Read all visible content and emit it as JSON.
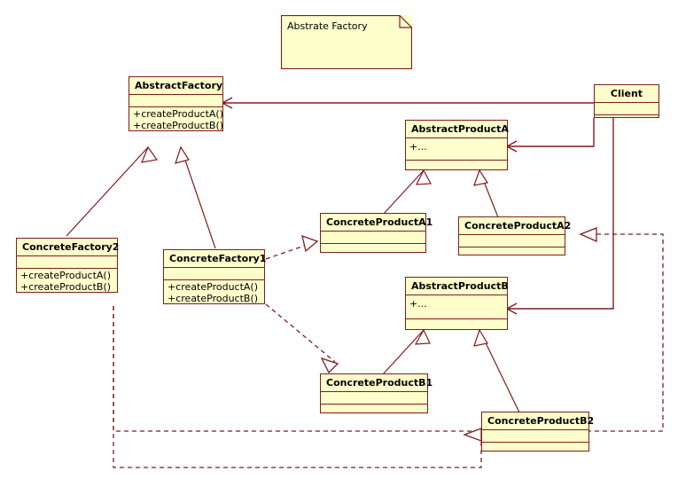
{
  "diagram": {
    "title": "Abstract Factory UML class diagram",
    "colors": {
      "class_fill": "#ffffcc",
      "class_border": "#7f1d1d",
      "edge": "#7f1d1d",
      "background": "#ffffff",
      "text": "#000000"
    },
    "note": {
      "text": "Abstrate Factory"
    },
    "classes": [
      {
        "id": "abstract-factory",
        "name": "AbstractFactory",
        "attributes": [
          ""
        ],
        "operations": [
          "+createProductA()",
          "+createProductB()"
        ]
      },
      {
        "id": "client",
        "name": "Client",
        "attributes": [
          ""
        ],
        "operations": [
          ""
        ]
      },
      {
        "id": "abstract-product-a",
        "name": "AbstractProductA",
        "attributes": [
          "+..."
        ],
        "operations": [
          ""
        ]
      },
      {
        "id": "concrete-factory-2",
        "name": "ConcreteFactory2",
        "attributes": [
          ""
        ],
        "operations": [
          "+createProductA()",
          "+createProductB()"
        ]
      },
      {
        "id": "concrete-factory-1",
        "name": "ConcreteFactory1",
        "attributes": [
          ""
        ],
        "operations": [
          "+createProductA()",
          "+createProductB()"
        ]
      },
      {
        "id": "concrete-product-a1",
        "name": "ConcreteProductA1",
        "attributes": [
          ""
        ],
        "operations": [
          ""
        ]
      },
      {
        "id": "concrete-product-a2",
        "name": "ConcreteProductA2",
        "attributes": [
          ""
        ],
        "operations": [
          ""
        ]
      },
      {
        "id": "abstract-product-b",
        "name": "AbstractProductB",
        "attributes": [
          "+..."
        ],
        "operations": [
          ""
        ]
      },
      {
        "id": "concrete-product-b1",
        "name": "ConcreteProductB1",
        "attributes": [
          ""
        ],
        "operations": [
          ""
        ]
      },
      {
        "id": "concrete-product-b2",
        "name": "ConcreteProductB2",
        "attributes": [
          ""
        ],
        "operations": [
          ""
        ]
      }
    ],
    "relationships": [
      {
        "from": "client",
        "to": "abstract-factory",
        "type": "association"
      },
      {
        "from": "client",
        "to": "abstract-product-a",
        "type": "association"
      },
      {
        "from": "client",
        "to": "abstract-product-b",
        "type": "association"
      },
      {
        "from": "concrete-factory-2",
        "to": "abstract-factory",
        "type": "generalization"
      },
      {
        "from": "concrete-factory-1",
        "to": "abstract-factory",
        "type": "generalization"
      },
      {
        "from": "concrete-product-a1",
        "to": "abstract-product-a",
        "type": "generalization"
      },
      {
        "from": "concrete-product-a2",
        "to": "abstract-product-a",
        "type": "generalization"
      },
      {
        "from": "concrete-product-b1",
        "to": "abstract-product-b",
        "type": "generalization"
      },
      {
        "from": "concrete-product-b2",
        "to": "abstract-product-b",
        "type": "generalization"
      },
      {
        "from": "concrete-factory-1",
        "to": "concrete-product-a1",
        "type": "dependency"
      },
      {
        "from": "concrete-factory-1",
        "to": "concrete-product-b1",
        "type": "dependency"
      },
      {
        "from": "concrete-factory-2",
        "to": "concrete-product-a2",
        "type": "dependency"
      },
      {
        "from": "concrete-factory-2",
        "to": "concrete-product-b2",
        "type": "dependency"
      }
    ]
  }
}
